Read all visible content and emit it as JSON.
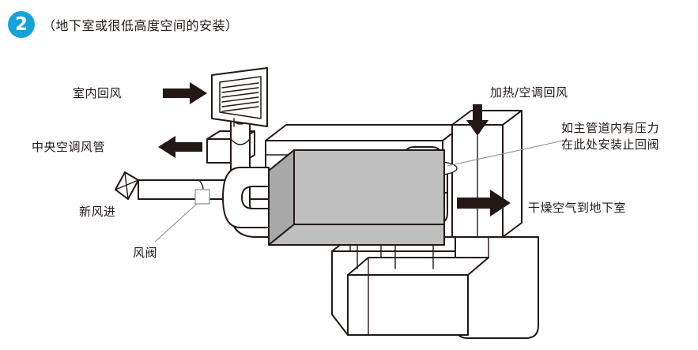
{
  "header": {
    "badge_number": "2",
    "title": "（地下室或很低高度空间的安装）",
    "badge_color": "#16a3dc"
  },
  "diagram": {
    "line_color": "#231815",
    "arrow_color": "#231815",
    "unit_front_color": "#bfbfbf",
    "unit_top_color": "#cccccc",
    "unit_side_color": "#a8a8a8",
    "leader_color": "#8c8c8c",
    "labels": {
      "indoor_return": "室内回风",
      "central_ac_duct": "中央空调风管",
      "fresh_air_in": "新风进",
      "damper": "风阀",
      "heat_ac_return": "加热/空调回风",
      "check_valve_line1": "如主管道内有压力",
      "check_valve_line2": "在此处安装止回阀",
      "dry_air_to_basement": "干燥空气到地下室"
    },
    "arrows": [
      {
        "name": "indoor-return-arrow",
        "direction": "right"
      },
      {
        "name": "central-duct-arrow",
        "direction": "left"
      },
      {
        "name": "heat-ac-return-arrow",
        "direction": "down"
      },
      {
        "name": "dry-air-arrow",
        "direction": "right"
      }
    ],
    "components": [
      {
        "name": "return-air-grille",
        "type": "louvered-grille"
      },
      {
        "name": "dehumidifier-unit",
        "type": "box"
      },
      {
        "name": "fresh-air-intake-pipe",
        "type": "round-duct"
      },
      {
        "name": "damper-marker",
        "type": "square-marker"
      },
      {
        "name": "vertical-supply-duct",
        "type": "rect-duct"
      },
      {
        "name": "check-valve-port",
        "type": "round-opening"
      },
      {
        "name": "base-plenum",
        "type": "plenum"
      }
    ]
  }
}
